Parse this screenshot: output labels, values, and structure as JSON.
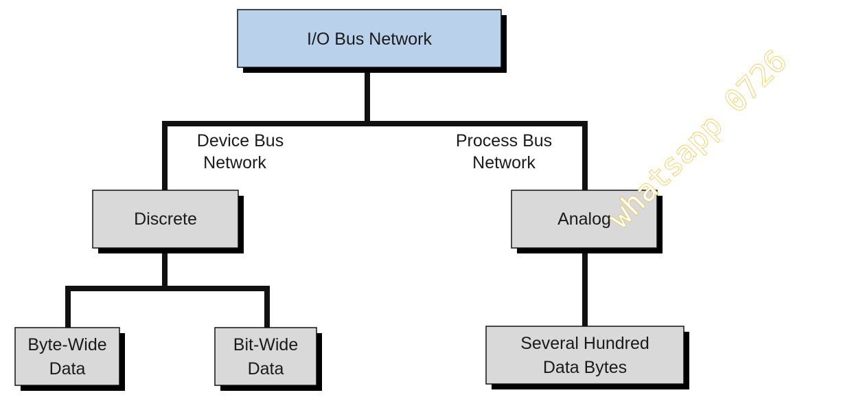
{
  "diagram": {
    "root": {
      "label": "I/O Bus Network"
    },
    "branches": {
      "left_label_line1": "Device Bus",
      "left_label_line2": "Network",
      "right_label_line1": "Process Bus",
      "right_label_line2": "Network"
    },
    "nodes": {
      "discrete": {
        "label": "Discrete"
      },
      "analog": {
        "label": "Analog"
      },
      "byte_wide": {
        "line1": "Byte-Wide",
        "line2": "Data"
      },
      "bit_wide": {
        "line1": "Bit-Wide",
        "line2": "Data"
      },
      "several_hundred": {
        "line1": "Several Hundred",
        "line2": "Data Bytes"
      }
    }
  },
  "watermark": {
    "text": "whatsapp 0726"
  },
  "colors": {
    "root_fill": "#b9d1ea",
    "node_fill": "#d9d9d9",
    "line": "#111111",
    "shadow": "#000000",
    "watermark_stroke": "#f0b400"
  }
}
